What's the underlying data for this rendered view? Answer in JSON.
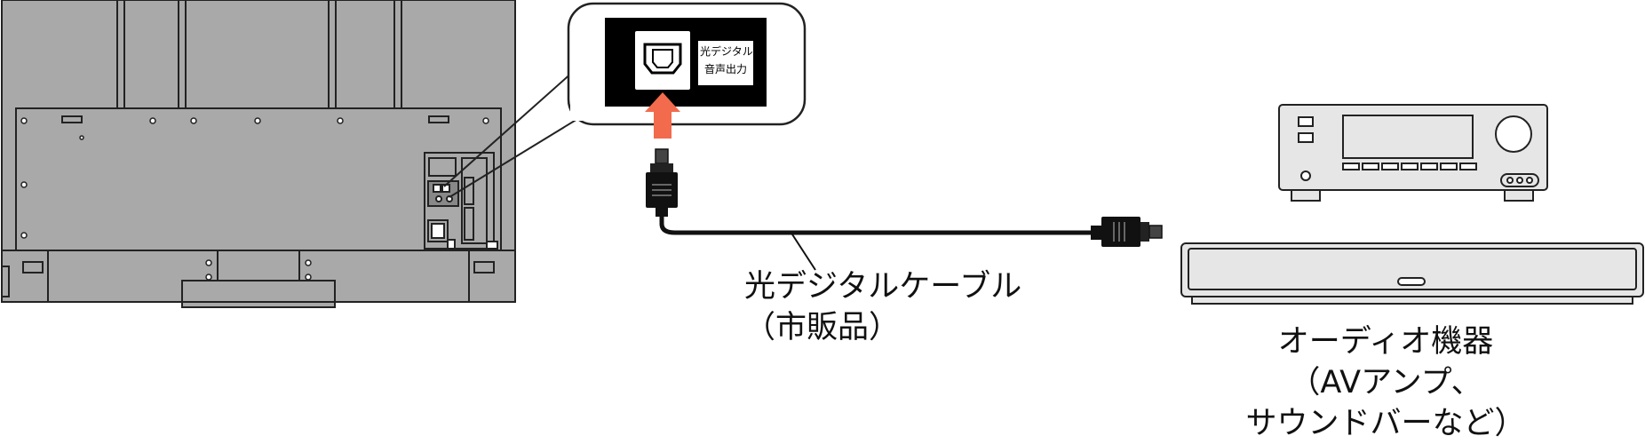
{
  "port_label": {
    "line1": "光デジタル",
    "line2": "音声出力"
  },
  "cable_label": {
    "line1": "光デジタルケーブル",
    "line2": "（市販品）"
  },
  "device_label": {
    "line1": "オーディオ機器",
    "line2": "（AVアンプ、",
    "line3": "サウンドバーなど）"
  },
  "colors": {
    "tv_body": "#a9a9a9",
    "arrow": "#f26b4d",
    "outline": "#222222",
    "port_panel": "#000000",
    "device_body": "#e6e6e6"
  },
  "icons": [
    "tv-back-illustration",
    "optical-port-icon",
    "up-arrow-icon",
    "optical-plug-icon",
    "av-amplifier-icon",
    "soundbar-icon"
  ]
}
